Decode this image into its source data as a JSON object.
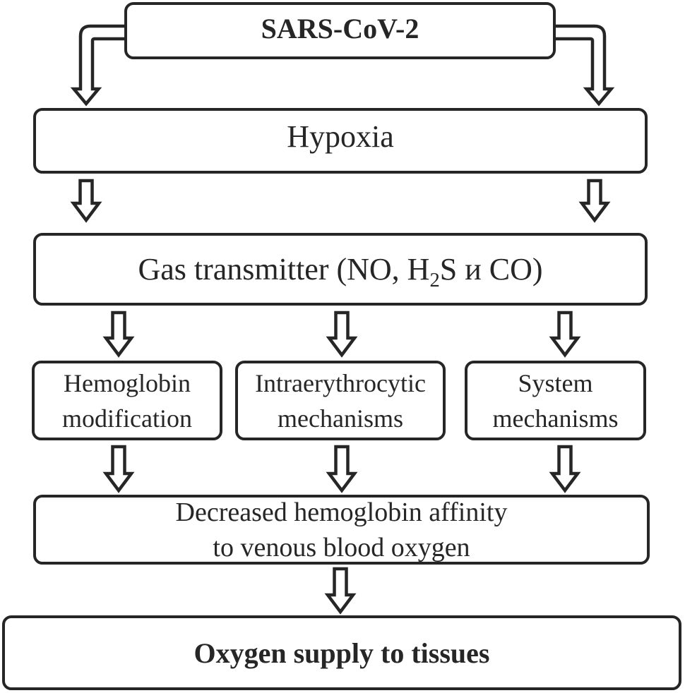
{
  "colors": {
    "ink": "#262626",
    "background": "#ffffff"
  },
  "nodes": {
    "sars": {
      "label": "SARS-CoV-2"
    },
    "hypoxia": {
      "label": "Hypoxia"
    },
    "gas": {
      "prefix": "Gas transmitter (NO, H",
      "sub": "2",
      "suffix": "S и CO)"
    },
    "hemoglobin": {
      "line1": "Hemoglobin",
      "line2": "modification"
    },
    "intraerythrocytic": {
      "line1": "Intraerythrocytic",
      "line2": "mechanisms"
    },
    "system": {
      "line1": "System",
      "line2": "mechanisms"
    },
    "decreased": {
      "line1": "Decreased hemoglobin affinity",
      "line2": "to venous blood oxygen"
    },
    "oxygen": {
      "label": "Oxygen supply to tissues"
    }
  }
}
